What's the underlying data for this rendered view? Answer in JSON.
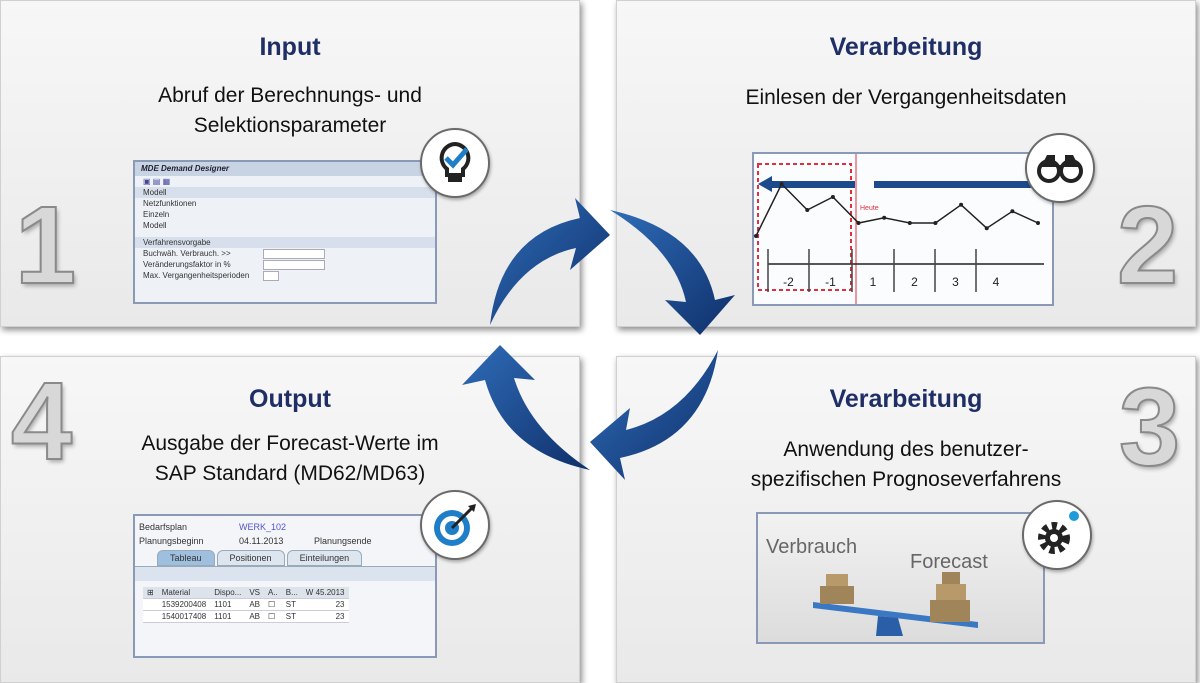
{
  "steps": [
    {
      "number": "1",
      "title": "Input",
      "subtitle": [
        "Abruf der Berechnungs- und",
        "Selektionsparameter"
      ],
      "icon": "lightbulb-check-icon",
      "screen": {
        "title": "MDE Demand Designer",
        "section1": "Modell",
        "options": [
          "Netzfunktionen",
          "Einzeln",
          "Modell"
        ],
        "section2": "Verfahrensvorgabe",
        "fields": [
          "Buchwäh. Verbrauch. >>",
          "Veränderungsfaktor in %",
          "Max. Vergangenheitsperioden"
        ]
      }
    },
    {
      "number": "2",
      "title": "Verarbeitung",
      "subtitle": [
        "Einlesen der Vergangenheitsdaten"
      ],
      "icon": "binoculars-icon",
      "chart": {
        "today_label": "Heute",
        "ticks": [
          "-2",
          "-1",
          "1",
          "2",
          "3",
          "4"
        ],
        "values": [
          2,
          6,
          4,
          5,
          3,
          3.4,
          3,
          3,
          4.4,
          2.6,
          3.9,
          3
        ]
      }
    },
    {
      "number": "3",
      "title": "Verarbeitung",
      "subtitle": [
        "Anwendung des benutzer-",
        "spezifischen Prognoseverfahrens"
      ],
      "icon": "gear-icon",
      "scale": {
        "left": "Verbrauch",
        "right": "Forecast"
      }
    },
    {
      "number": "4",
      "title": "Output",
      "subtitle": [
        "Ausgabe der Forecast-Werte im",
        "SAP Standard (MD62/MD63)"
      ],
      "icon": "target-icon",
      "screen": {
        "plan_label": "Bedarfsplan",
        "plan_value": "WERK_102",
        "start_label": "Planungsbeginn",
        "start_value": "04.11.2013",
        "end_label": "Planungsende",
        "tabs": [
          "Tableau",
          "Positionen",
          "Einteilungen"
        ],
        "columns": [
          "Material",
          "Dispo...",
          "VS",
          "A..",
          "B...",
          "W 45.2013"
        ],
        "rows": [
          [
            "1539200408",
            "1101",
            "AB",
            "",
            "ST",
            "23"
          ],
          [
            "1540017408",
            "1101",
            "AB",
            "",
            "ST",
            "23"
          ]
        ]
      }
    }
  ],
  "colors": {
    "title": "#1f2f66",
    "arrow": "#1d4a8c",
    "today": "#e03040"
  }
}
